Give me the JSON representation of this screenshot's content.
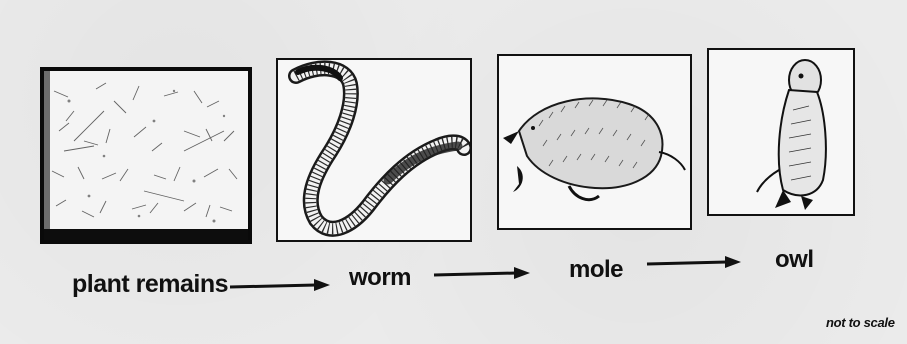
{
  "food_chain": {
    "organisms": [
      {
        "label": "plant remains",
        "icon": "plant-remains-image"
      },
      {
        "label": "worm",
        "icon": "worm-image"
      },
      {
        "label": "mole",
        "icon": "mole-image"
      },
      {
        "label": "owl",
        "icon": "owl-image"
      }
    ],
    "scale_note": "not to scale"
  }
}
